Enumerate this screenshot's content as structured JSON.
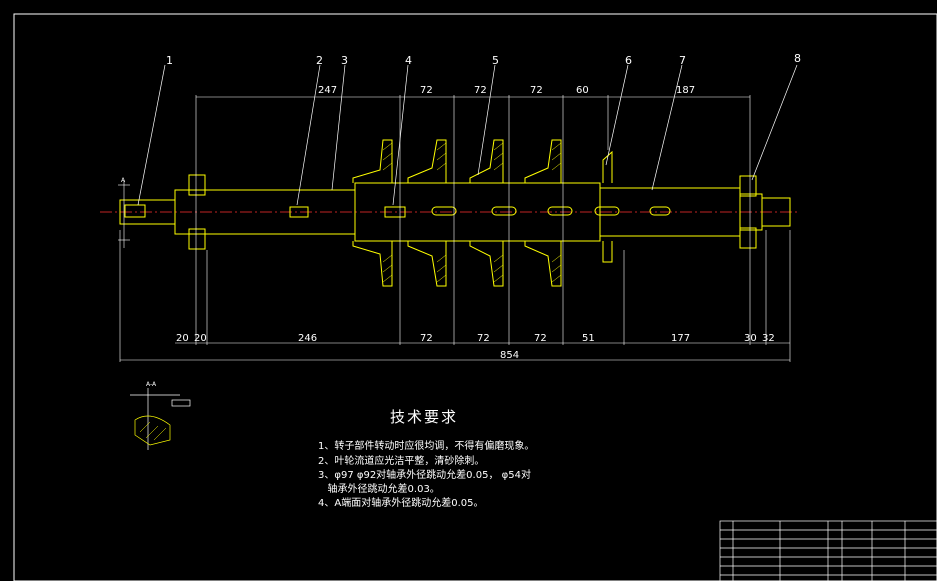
{
  "part_labels": [
    "1",
    "2",
    "3",
    "4",
    "5",
    "6",
    "7",
    "8"
  ],
  "top_dims": [
    "247",
    "72",
    "72",
    "72",
    "60",
    "187"
  ],
  "bottom_dims": [
    "20",
    "20",
    "246",
    "72",
    "72",
    "72",
    "51",
    "177",
    "30",
    "32"
  ],
  "overall_length": "854",
  "tech_requirements": {
    "title": "技术要求",
    "items": [
      "1、转子部件转动时应很均调，不得有偏磨现象。",
      "2、叶轮流道应光洁平整，清砂除刺。",
      "3、φ97 φ92对轴承外径跳动允差0.05， φ54对",
      "   轴承外径跳动允差0.03。",
      "4、A端面对轴承外径跳动允差0.05。"
    ]
  },
  "section_label": "A-A",
  "view_marker": "A",
  "colors": {
    "line": "#ffffff",
    "part": "#ffff00",
    "axis": "#ff3030",
    "hatch": "#ffff00",
    "bg": "#000000"
  }
}
